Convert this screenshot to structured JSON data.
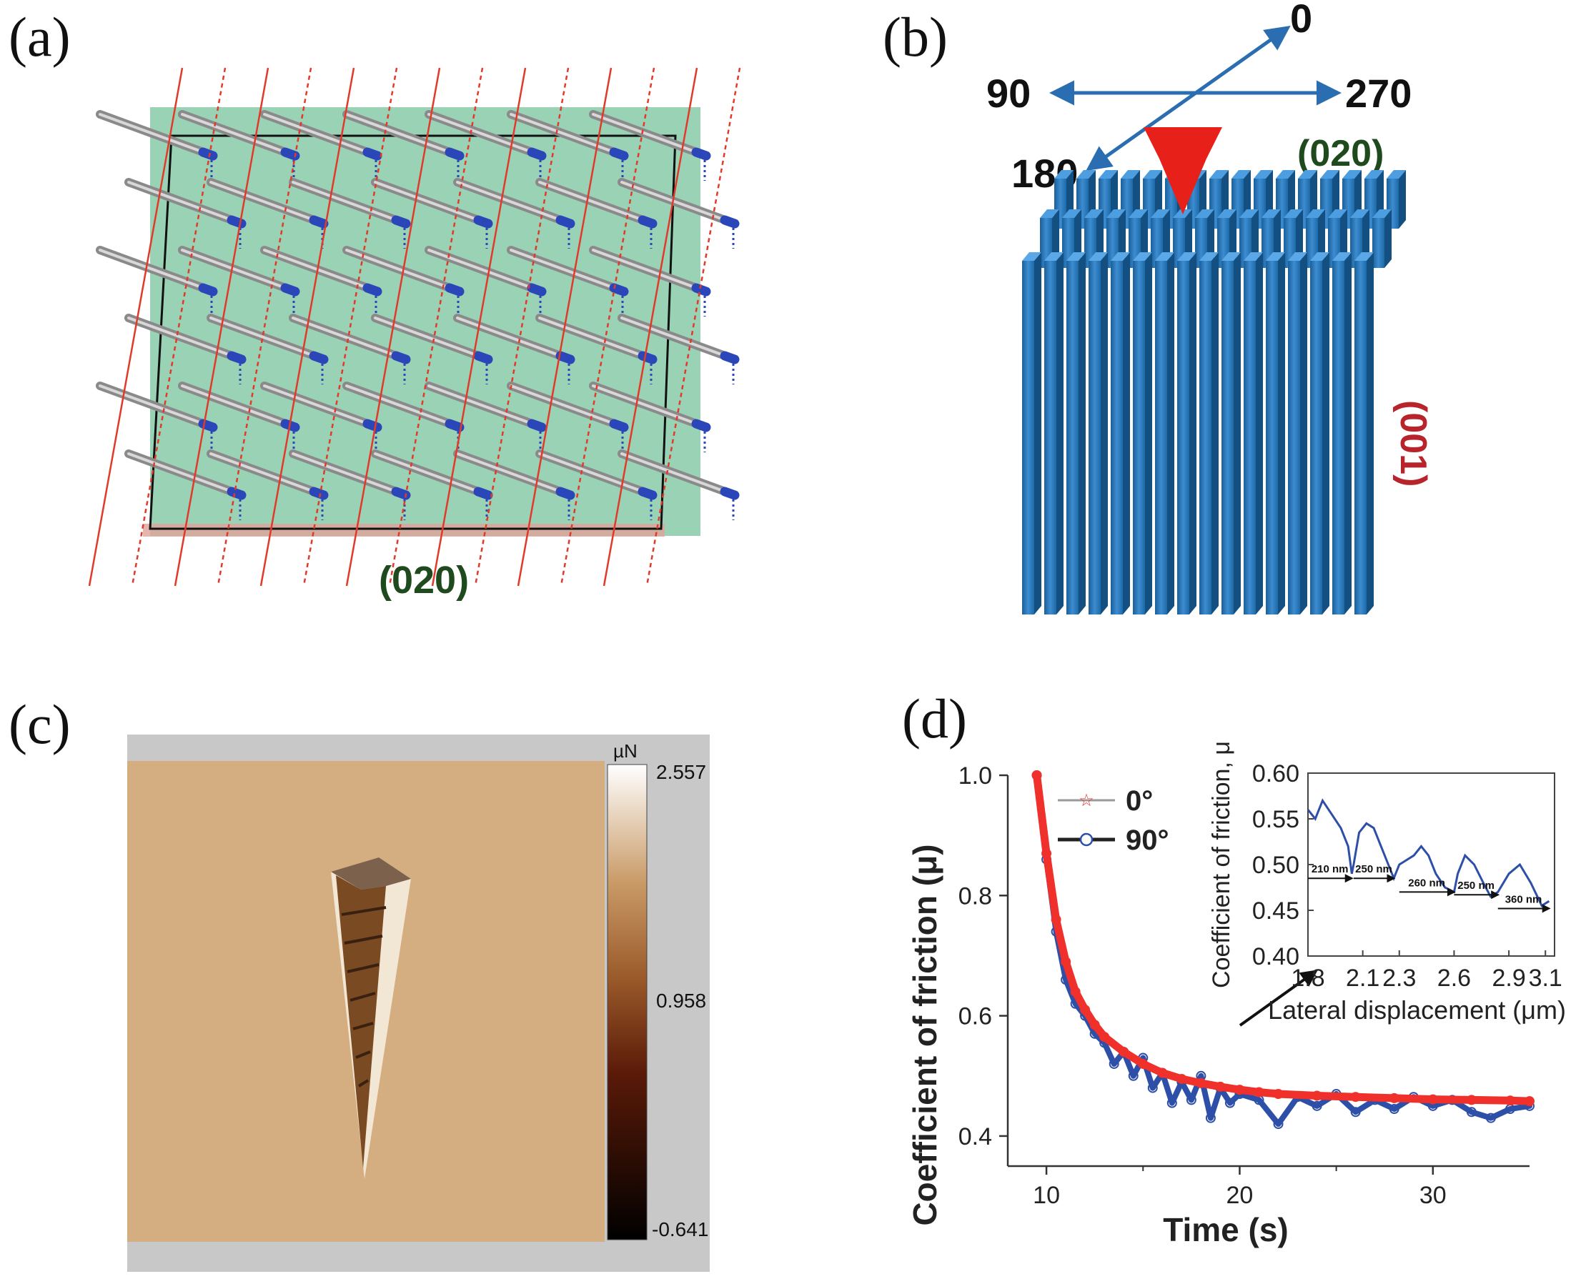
{
  "panels": {
    "a": {
      "label": "(a)",
      "plane_label": "(020)"
    },
    "b": {
      "label": "(b)",
      "directions": [
        "0",
        "90",
        "180",
        "270"
      ],
      "top_plane_label": "(020)",
      "side_plane_label": "(001)"
    },
    "c": {
      "label": "(c)",
      "colorbar_unit": "µN",
      "colorbar_ticks": [
        "2.557",
        "0.958",
        "-0.641"
      ],
      "colorbar_max": 2.557,
      "colorbar_min": -0.641
    },
    "d": {
      "label": "(d)"
    }
  },
  "chart_data": [
    {
      "type": "line",
      "panel": "d",
      "xlabel": "Time (s)",
      "ylabel": "Coefficient of friction (μ)",
      "xlim": [
        8,
        35
      ],
      "ylim": [
        0.35,
        1.0
      ],
      "x_ticks": [
        10,
        20,
        30
      ],
      "y_ticks": [
        0.4,
        0.6,
        0.8,
        1.0
      ],
      "x_tick_labels": [
        "10",
        "20",
        "30"
      ],
      "y_tick_labels": [
        "0.4",
        "0.6",
        "0.8",
        "1.0"
      ],
      "legend": [
        "0°",
        "90°"
      ],
      "legend_position": "top-left",
      "series": [
        {
          "name": "0°",
          "color": "#f0302a",
          "x": [
            9.5,
            10.0,
            10.5,
            11.0,
            11.5,
            12.0,
            12.5,
            13.0,
            14.0,
            15.0,
            16.0,
            17.0,
            18.0,
            19.0,
            20.0,
            21.0,
            22.0,
            24.0,
            26.0,
            28.0,
            30.0,
            32.0,
            34.0,
            35.0
          ],
          "y": [
            1.0,
            0.87,
            0.76,
            0.69,
            0.64,
            0.61,
            0.585,
            0.565,
            0.54,
            0.52,
            0.505,
            0.495,
            0.488,
            0.482,
            0.477,
            0.473,
            0.47,
            0.467,
            0.465,
            0.463,
            0.461,
            0.46,
            0.459,
            0.458
          ]
        },
        {
          "name": "90°",
          "color": "#2e4fa8",
          "x": [
            9.5,
            10.0,
            10.5,
            11.0,
            11.5,
            12.0,
            12.5,
            13.0,
            13.5,
            14.0,
            14.5,
            15.0,
            15.5,
            16.0,
            16.5,
            17.0,
            17.5,
            18.0,
            18.5,
            19.0,
            19.5,
            20.0,
            21.0,
            22.0,
            23.0,
            24.0,
            25.0,
            26.0,
            27.0,
            28.0,
            29.0,
            30.0,
            31.0,
            32.0,
            33.0,
            34.0,
            35.0
          ],
          "y": [
            1.0,
            0.86,
            0.74,
            0.66,
            0.62,
            0.6,
            0.57,
            0.555,
            0.52,
            0.54,
            0.5,
            0.53,
            0.48,
            0.505,
            0.455,
            0.49,
            0.46,
            0.5,
            0.43,
            0.48,
            0.455,
            0.47,
            0.46,
            0.42,
            0.465,
            0.45,
            0.47,
            0.44,
            0.46,
            0.445,
            0.465,
            0.45,
            0.46,
            0.44,
            0.43,
            0.445,
            0.45
          ]
        }
      ]
    },
    {
      "type": "line",
      "panel": "d-inset",
      "xlabel": "Lateral displacement (μm)",
      "ylabel": "Coefficient of friction, μ",
      "xlim": [
        1.8,
        3.15
      ],
      "ylim": [
        0.4,
        0.6
      ],
      "x_tick_labels": [
        "1.8",
        "2.1",
        "2.3",
        "2.6",
        "2.9",
        "3.1"
      ],
      "y_tick_labels": [
        "0.40",
        "0.45",
        "0.50",
        "0.55",
        "0.60"
      ],
      "annotations": [
        "210 nm",
        "250 nm",
        "260 nm",
        "250 nm",
        "360 nm"
      ],
      "series": [
        {
          "color": "#2e4fa8",
          "x": [
            1.8,
            1.84,
            1.88,
            1.93,
            1.98,
            2.02,
            2.04,
            2.05,
            2.08,
            2.12,
            2.16,
            2.2,
            2.24,
            2.27,
            2.3,
            2.34,
            2.38,
            2.42,
            2.46,
            2.5,
            2.55,
            2.6,
            2.62,
            2.66,
            2.71,
            2.76,
            2.8,
            2.84,
            2.9,
            2.96,
            3.02,
            3.08,
            3.12
          ],
          "y": [
            0.56,
            0.55,
            0.57,
            0.555,
            0.54,
            0.52,
            0.49,
            0.5,
            0.535,
            0.545,
            0.54,
            0.52,
            0.5,
            0.485,
            0.5,
            0.505,
            0.51,
            0.52,
            0.51,
            0.49,
            0.475,
            0.47,
            0.49,
            0.51,
            0.5,
            0.48,
            0.465,
            0.47,
            0.49,
            0.5,
            0.48,
            0.455,
            0.46
          ]
        }
      ]
    }
  ]
}
